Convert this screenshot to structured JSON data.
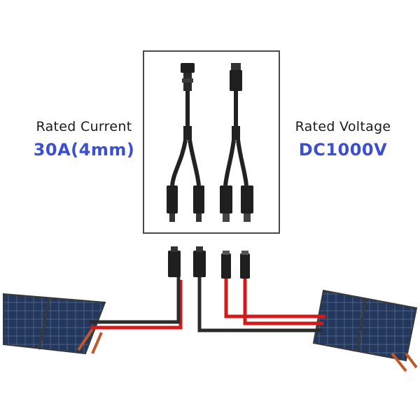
{
  "specs": {
    "current": {
      "label": "Rated Current",
      "value": "30A(4mm)"
    },
    "voltage": {
      "label": "Rated Voltage",
      "value": "DC1000V"
    }
  },
  "colors": {
    "accent": "#3b4fd0",
    "cable_red": "#d11a1a",
    "cable_black": "#2b2b2b",
    "panel_cell": "#23385c",
    "panel_frame": "#3a3a3a"
  },
  "illustration": {
    "product": "mc4-y-branch-connector-pair",
    "panels": "two-folding-solar-panels",
    "cables": "red-and-black-wiring"
  }
}
